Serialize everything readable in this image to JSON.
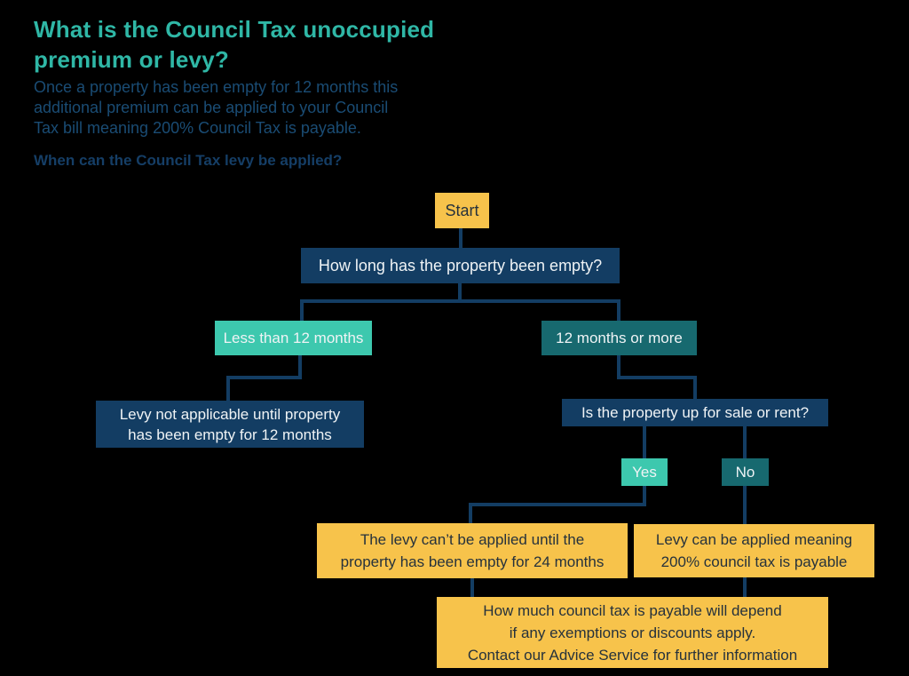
{
  "header": {
    "title": "What is the Council Tax unoccupied\npremium or levy?",
    "intro": "Once a property has been empty for 12 months this\nadditional premium can be applied to your Council\nTax bill meaning 200% Council Tax is payable.",
    "question": "When can the Council Tax levy be applied?"
  },
  "flowchart": {
    "nodes": {
      "start": "Start",
      "q_empty": "How long has the property been empty?",
      "less_12": "Less than 12 months",
      "more_12": "12 months or more",
      "levy_not": "Levy not applicable until property\nhas been empty for 12 months",
      "q_sale": "Is the property up for sale or rent?",
      "yes": "Yes",
      "no": "No",
      "levy_cant": "The levy can’t be applied until the\nproperty has been empty for 24 months",
      "levy_can": "Levy can be applied meaning\n200% council tax is payable",
      "info": "How much council tax is payable will depend\nif any exemptions or discounts apply.\nContact our Advice Service for further information"
    }
  },
  "colors": {
    "background": "#000000",
    "title_teal": "#2FB7A6",
    "intro_navy": "#1A4C74",
    "question_navy": "#153E66",
    "node_navy": "#133D63",
    "node_teal": "#3DC8AE",
    "node_dark_teal": "#17696F",
    "node_yellow": "#F7C34B",
    "text_on_yellow": "#26323C",
    "text_on_dark": "#EFF3F5",
    "connector": "#133D63"
  }
}
